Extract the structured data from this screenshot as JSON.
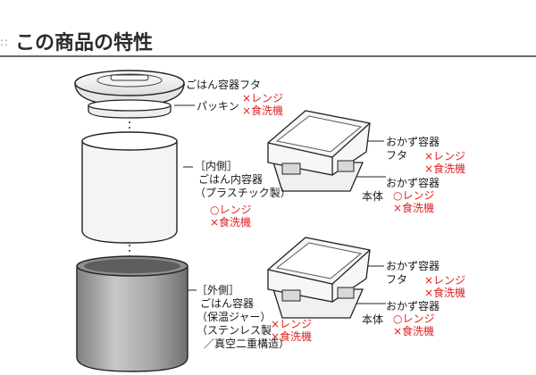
{
  "header": {
    "dots": "::",
    "title": "この商品の特性"
  },
  "lid": {
    "name": "ごはん容器フタ",
    "mark1": "×レンジ",
    "mark2": "×食洗機"
  },
  "packing": {
    "name": "パッキン"
  },
  "inner": {
    "line1": "［内側］",
    "line2": "ごはん内容器",
    "line3": "（プラスチック製）",
    "mark1": "○レンジ",
    "mark2": "×食洗機"
  },
  "outer": {
    "line1": "［外側］",
    "line2": "ごはん容器",
    "line3": "（保温ジャー）",
    "line4": "（ステンレス製",
    "line5": "／真空二重構造）",
    "mark1": "×レンジ",
    "mark2": "×食洗機"
  },
  "side1": {
    "lid_name": "おかず容器",
    "lid_sub": "フタ",
    "lid_mark1": "×レンジ",
    "lid_mark2": "×食洗機",
    "body_name": "おかず容器",
    "body_sub": "本体",
    "body_mark1": "○レンジ",
    "body_mark2": "×食洗機"
  },
  "side2": {
    "lid_name": "おかず容器",
    "lid_sub": "フタ",
    "lid_mark1": "×レンジ",
    "lid_mark2": "×食洗機",
    "body_name": "おかず容器",
    "body_sub": "本体",
    "body_mark1": "○レンジ",
    "body_mark2": "×食洗機"
  },
  "colors": {
    "accent_red": "#e02020",
    "steel": "#9a9a9a"
  }
}
